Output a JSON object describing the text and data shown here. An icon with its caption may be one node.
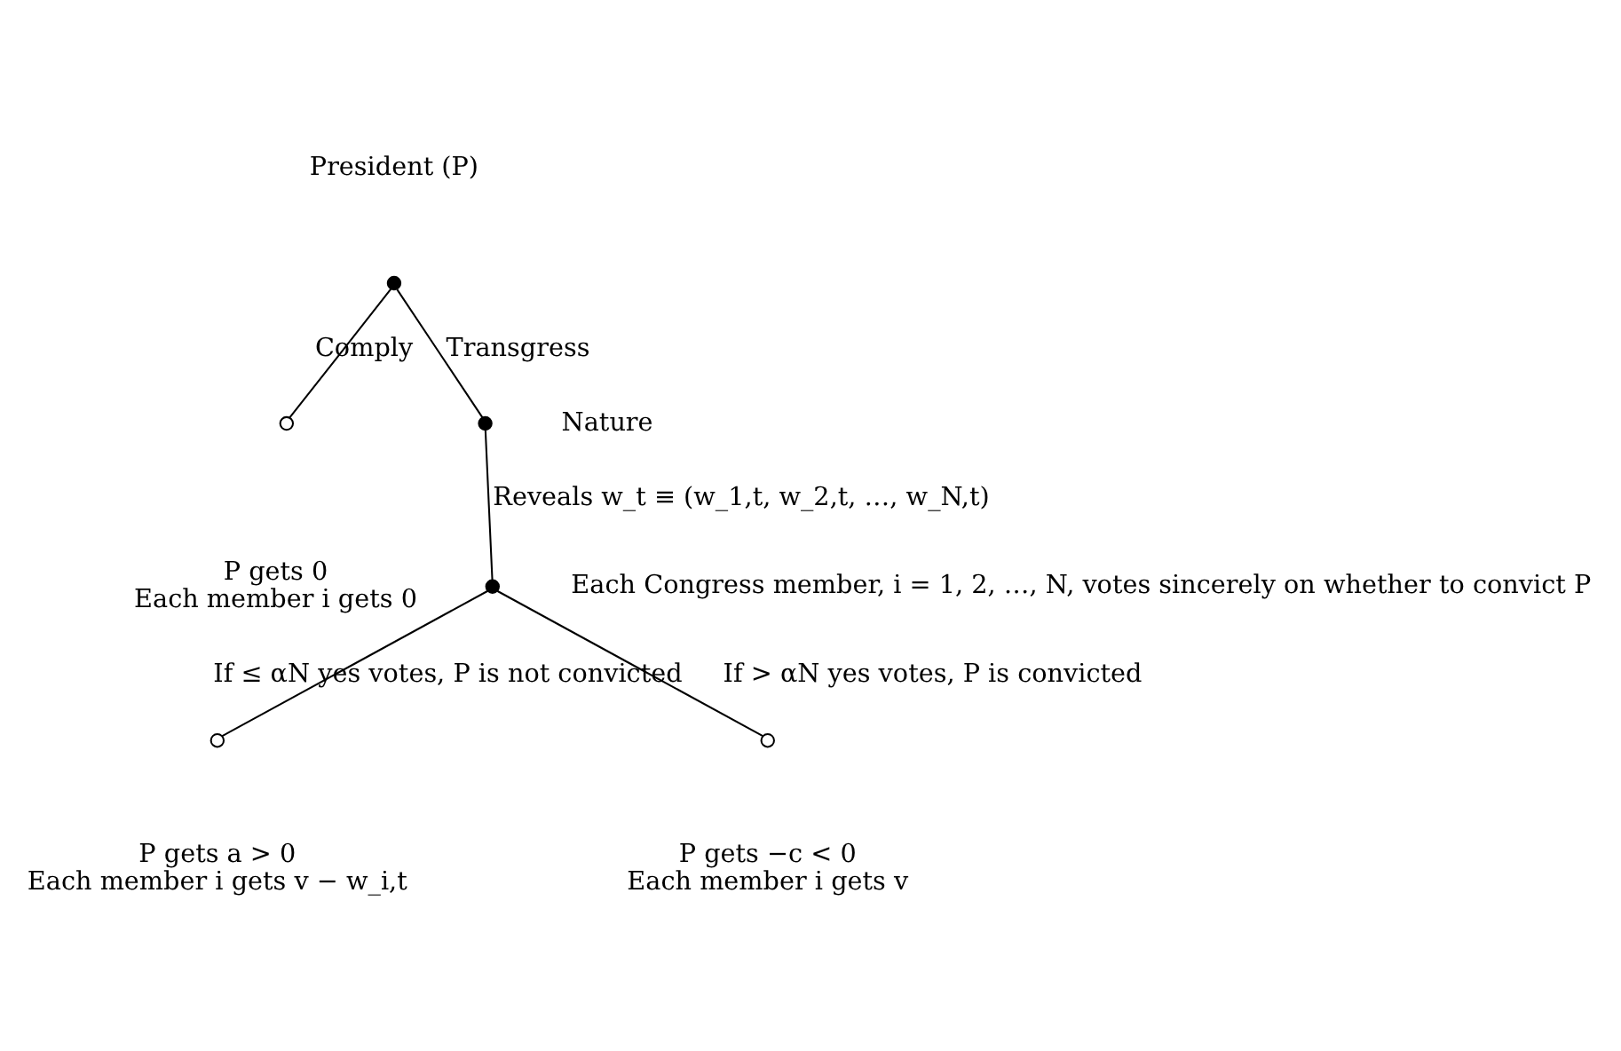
{
  "diagram": {
    "nodes": [
      {
        "text": [],
        "shape": "circle",
        "beside": [
          "President (P)"
        ]
      },
      {
        "text": [],
        "shape": "circle",
        "beside": [
          "P gets 0",
          "Each member i gets 0"
        ]
      },
      {
        "text": [],
        "shape": "circle",
        "beside": [
          "Nature"
        ]
      },
      {
        "text": [],
        "shape": "circle",
        "beside": [
          "Each Congress member, i = 1, 2, …, N, votes sincerely on whether to convict P"
        ]
      },
      {
        "text": [],
        "shape": "circle",
        "beside": [
          "P gets a > 0",
          "Each member i gets v − w_i,t"
        ]
      },
      {
        "text": [],
        "shape": "circle",
        "beside": [
          "P gets −c < 0",
          "Each member i gets v"
        ]
      }
    ],
    "edges": [
      {
        "from": 0,
        "to": 1,
        "arrow": "none",
        "label": "Comply"
      },
      {
        "from": 0,
        "to": 2,
        "arrow": "none",
        "label": "Transgress"
      },
      {
        "from": 2,
        "to": 3,
        "arrow": "none",
        "label": "Reveals w_t ≡ (w_1,t, w_2,t, …, w_N,t)"
      },
      {
        "from": 3,
        "to": 4,
        "arrow": "none",
        "label": "If ≤ αN yes votes, P is not convicted"
      },
      {
        "from": 3,
        "to": 5,
        "arrow": "none",
        "label": "If > αN yes votes, P is convicted"
      }
    ]
  }
}
